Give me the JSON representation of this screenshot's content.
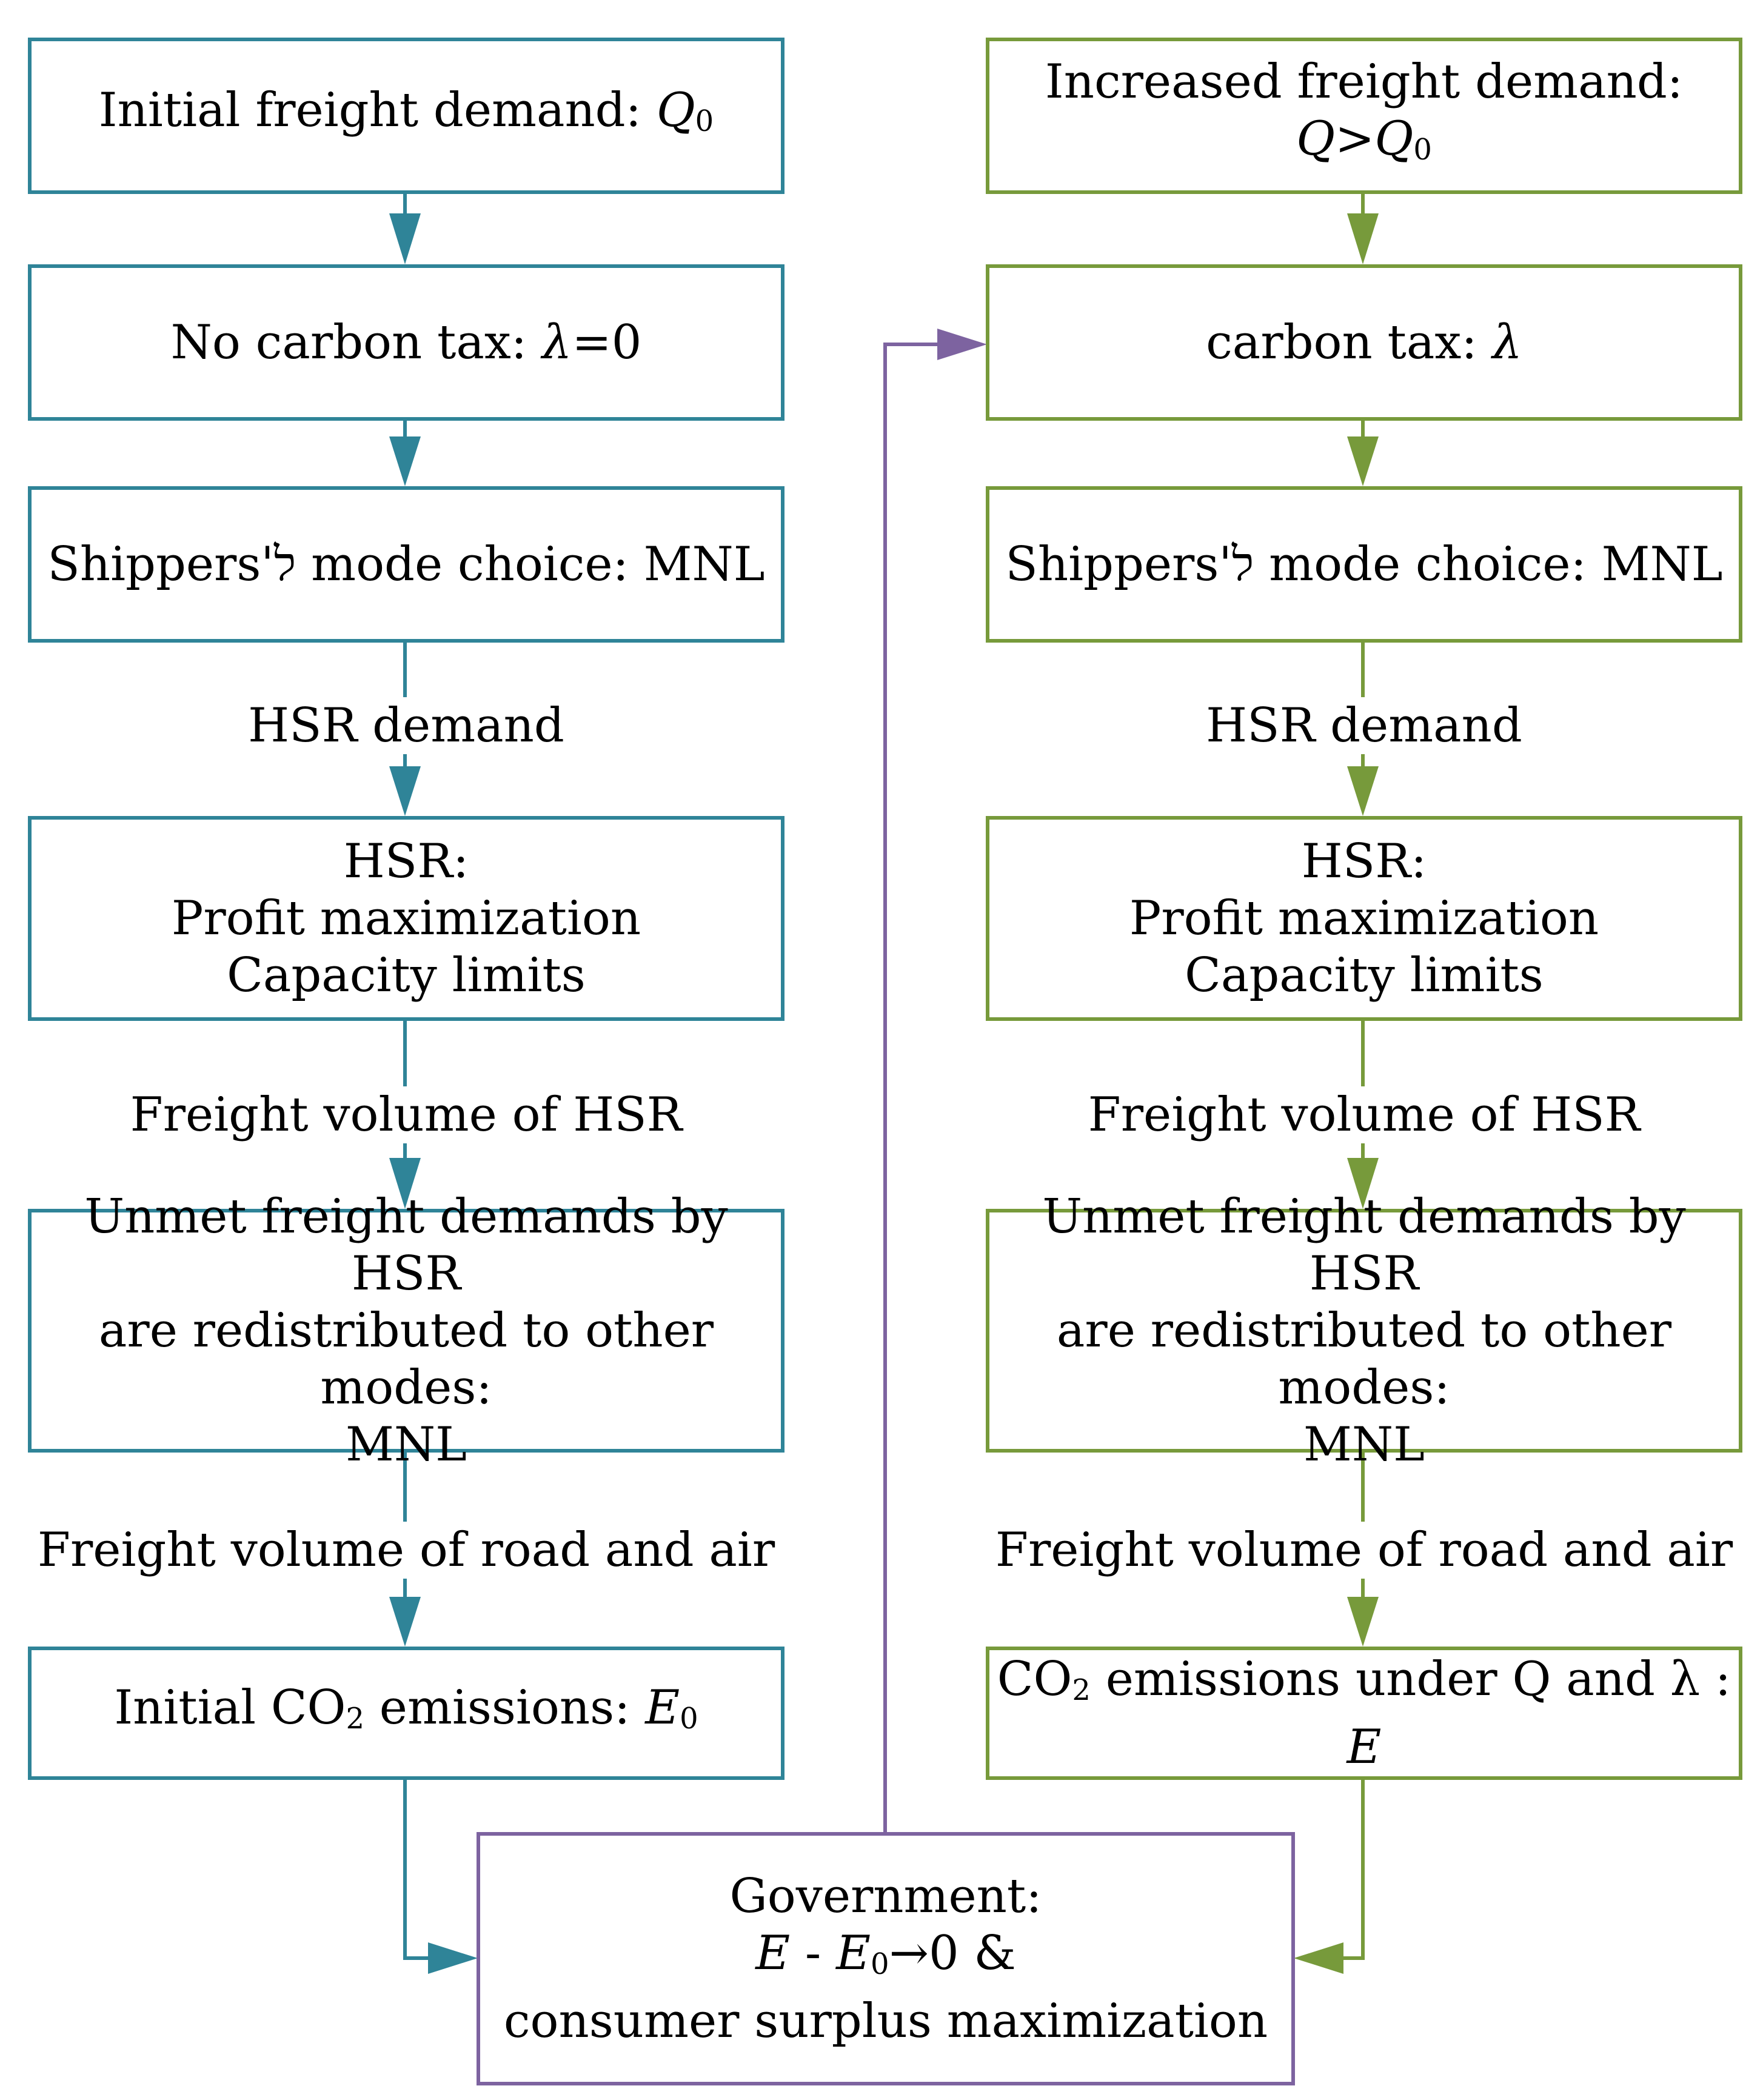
{
  "colors": {
    "left_flow": "#2f8498",
    "right_flow": "#779a3b",
    "government": "#7d63a0"
  },
  "left": {
    "box1": {
      "prefix": "Initial freight demand: ",
      "var": "Q",
      "sub": "0"
    },
    "box2": {
      "prefix": "No carbon tax: ",
      "var": "λ",
      "suffix": "=0"
    },
    "box3": {
      "text": "Shippers'ל mode choice: MNL"
    },
    "label1": "HSR demand",
    "box4": {
      "lines": [
        "HSR:",
        "Profit maximization",
        "Capacity limits"
      ]
    },
    "label2": "Freight volume of HSR",
    "box5": {
      "lines": [
        "Unmet freight demands by HSR",
        "are redistributed to other modes:",
        "MNL"
      ]
    },
    "label3": "Freight volume of road and air",
    "box6": {
      "prefix": "Initial CO",
      "co2_sub": "2",
      "middle": " emissions: ",
      "var": "E",
      "sub": "0"
    }
  },
  "right": {
    "box1": {
      "prefix": "Increased freight demand: ",
      "var": "Q",
      "op": ">",
      "var2": "Q",
      "sub": "0"
    },
    "box2": {
      "prefix": "carbon tax: ",
      "var": "λ"
    },
    "box3": {
      "text": "Shippers'ל mode choice: MNL"
    },
    "label1": "HSR demand",
    "box4": {
      "lines": [
        "HSR:",
        "Profit maximization",
        "Capacity limits"
      ]
    },
    "label2": "Freight volume of HSR",
    "box5": {
      "lines": [
        "Unmet freight demands by HSR",
        "are redistributed to other modes:",
        "MNL"
      ]
    },
    "label3": "Freight volume of road and air",
    "box6": {
      "prefix": "CO",
      "co2_sub": "2",
      "middle": " emissions under Q and  λ :",
      "line2": "E"
    }
  },
  "government": {
    "line1": "Government:",
    "eq_var1": "E",
    "eq_mid": " - ",
    "eq_var2": "E",
    "eq_sub": "0",
    "eq_tail": "→0 &",
    "line3": "consumer surplus maximization"
  }
}
